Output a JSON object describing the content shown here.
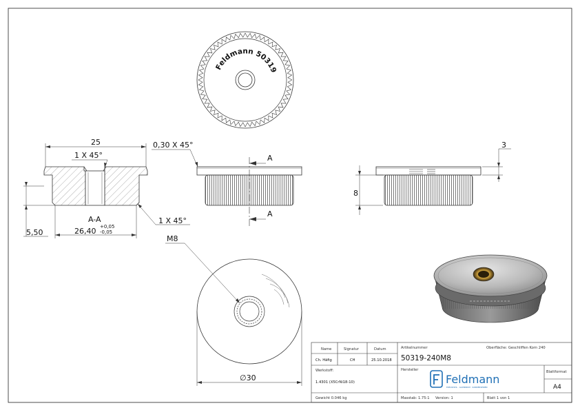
{
  "engraving": "Feldmann 50319-240M8",
  "dimensions": {
    "width": "25",
    "chamfer_top": "1 X 45°",
    "chamfer_front": "0,30 X 45°",
    "section_label": "A-A",
    "chamfer_bottom": "1 X 45°",
    "left_offset": "5,50",
    "base_dia": "26,40",
    "tol_plus": "+0,05",
    "tol_minus": "-0,05",
    "section_marker": "A",
    "flange_thickness": "3",
    "body_height": "8",
    "thread": "M8",
    "diameter": "∅30"
  },
  "title_block": {
    "h_name": "Name",
    "h_signatur": "Signatur",
    "h_datum": "Datum",
    "r_name": "Ch. Häfig",
    "r_signatur": "CH",
    "r_datum": "25.10.2018",
    "artikel_label": "Artikelnummer",
    "artikel_value": "50319-240M8",
    "oberflaeche": "Oberfläche:  Geschliffen Korn 240",
    "werkstoff_label": "Werkstoff:",
    "werkstoff_value": "1.4301 (X5CrNi18-10)",
    "hersteller_label": "Hersteller",
    "logo_text": "Feldmann",
    "logo_sub": "EDELSTAHL · ALUMINIUM · SONDERSERIEN",
    "blattformat_label": "Blattformat",
    "blattformat_value": "A4",
    "gewicht": "Gewicht 0.046 kg",
    "massstab": "Masstab: 1.75:1",
    "version": "Version: 1",
    "blatt": "Blatt 1 von 1"
  }
}
